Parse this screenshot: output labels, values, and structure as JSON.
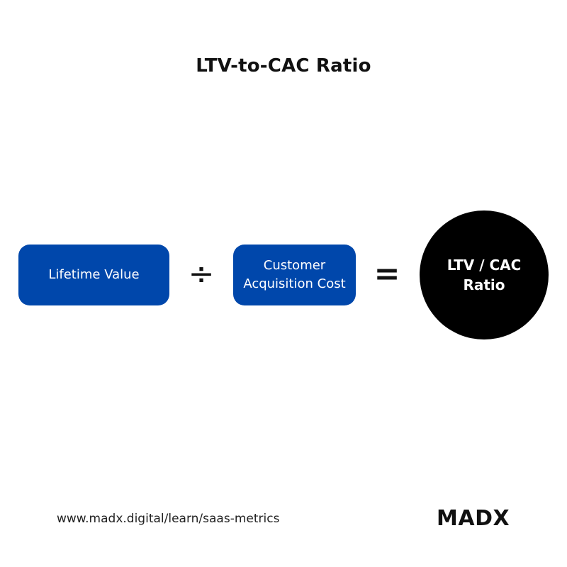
{
  "title": "LTV-to-CAC Ratio",
  "formula": {
    "lifetime_value": "Lifetime Value",
    "divide_symbol": "÷",
    "cac_line1": "Customer",
    "cac_line2": "Acquisition Cost",
    "equals_symbol": "=",
    "result_line1": "LTV / CAC",
    "result_line2": "Ratio"
  },
  "footer": {
    "url": "www.madx.digital/learn/saas-metrics",
    "logo": "MADX"
  },
  "colors": {
    "box_blue": "#0047ab",
    "circle_black": "#000000",
    "text_dark": "#111111"
  }
}
